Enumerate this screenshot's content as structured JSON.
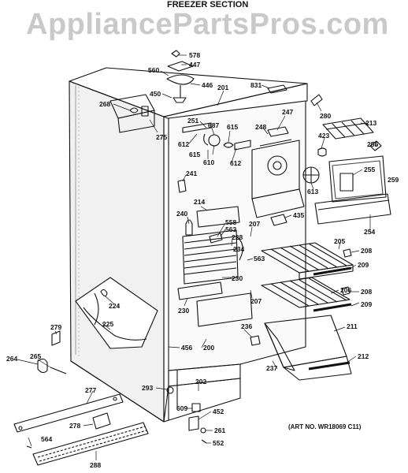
{
  "header": {
    "section_title": "FREEZER SECTION",
    "cut_line_left": "",
    "cut_line_right": ""
  },
  "watermark": "AppliancePartsPros.com",
  "art_number": "(ART NO. WR18069 C11)",
  "callouts": [
    {
      "id": "c578",
      "label": "578"
    },
    {
      "id": "c447",
      "label": "447"
    },
    {
      "id": "c560",
      "label": "560"
    },
    {
      "id": "c446",
      "label": "446"
    },
    {
      "id": "c450",
      "label": "450"
    },
    {
      "id": "c201",
      "label": "201"
    },
    {
      "id": "c831",
      "label": "831"
    },
    {
      "id": "c268",
      "label": "268"
    },
    {
      "id": "c275",
      "label": "275"
    },
    {
      "id": "c247",
      "label": "247"
    },
    {
      "id": "c280",
      "label": "280"
    },
    {
      "id": "c251",
      "label": "251"
    },
    {
      "id": "c687",
      "label": "687"
    },
    {
      "id": "c615a",
      "label": "615"
    },
    {
      "id": "c248",
      "label": "248"
    },
    {
      "id": "c213",
      "label": "213"
    },
    {
      "id": "c612a",
      "label": "612"
    },
    {
      "id": "c615b",
      "label": "615"
    },
    {
      "id": "c610",
      "label": "610"
    },
    {
      "id": "c612b",
      "label": "612"
    },
    {
      "id": "c423",
      "label": "423"
    },
    {
      "id": "c256",
      "label": "256"
    },
    {
      "id": "c241",
      "label": "241"
    },
    {
      "id": "c255",
      "label": "255"
    },
    {
      "id": "c259",
      "label": "259"
    },
    {
      "id": "c613",
      "label": "613"
    },
    {
      "id": "c214",
      "label": "214"
    },
    {
      "id": "c240",
      "label": "240"
    },
    {
      "id": "c435",
      "label": "435"
    },
    {
      "id": "c558",
      "label": "558"
    },
    {
      "id": "c563a",
      "label": "563"
    },
    {
      "id": "c207a",
      "label": "207"
    },
    {
      "id": "c254",
      "label": "254"
    },
    {
      "id": "c228",
      "label": "228"
    },
    {
      "id": "c205",
      "label": "205"
    },
    {
      "id": "c234",
      "label": "234"
    },
    {
      "id": "c208a",
      "label": "208"
    },
    {
      "id": "c563b",
      "label": "563"
    },
    {
      "id": "c209a",
      "label": "209"
    },
    {
      "id": "c230a",
      "label": "230"
    },
    {
      "id": "c224",
      "label": "224"
    },
    {
      "id": "c207b",
      "label": "207"
    },
    {
      "id": "c206",
      "label": "206"
    },
    {
      "id": "c208b",
      "label": "208"
    },
    {
      "id": "c209b",
      "label": "209"
    },
    {
      "id": "c230b",
      "label": "230"
    },
    {
      "id": "c211",
      "label": "211"
    },
    {
      "id": "c225",
      "label": "225"
    },
    {
      "id": "c279",
      "label": "279"
    },
    {
      "id": "c236",
      "label": "236"
    },
    {
      "id": "c456",
      "label": "456"
    },
    {
      "id": "c200",
      "label": "200"
    },
    {
      "id": "c264",
      "label": "264"
    },
    {
      "id": "c265",
      "label": "265"
    },
    {
      "id": "c212",
      "label": "212"
    },
    {
      "id": "c237",
      "label": "237"
    },
    {
      "id": "c202",
      "label": "202"
    },
    {
      "id": "c277",
      "label": "277"
    },
    {
      "id": "c293",
      "label": "293"
    },
    {
      "id": "c609",
      "label": "609"
    },
    {
      "id": "c452",
      "label": "452"
    },
    {
      "id": "c278",
      "label": "278"
    },
    {
      "id": "c564",
      "label": "564"
    },
    {
      "id": "c261",
      "label": "261"
    },
    {
      "id": "c552",
      "label": "552"
    },
    {
      "id": "c288",
      "label": "288"
    }
  ]
}
